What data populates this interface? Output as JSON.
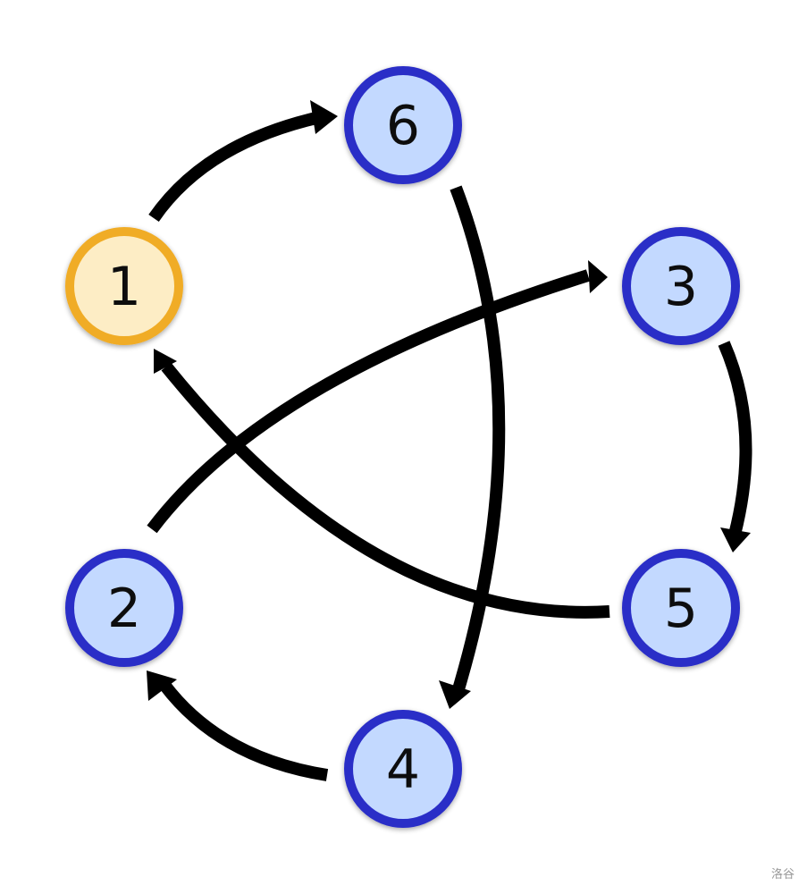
{
  "colors": {
    "node_fill": "#c3d9ff",
    "node_stroke": "#2b2fc7",
    "highlight_fill": "#fdedc5",
    "highlight_stroke": "#f0ac27",
    "edge": "#000000"
  },
  "nodes": [
    {
      "id": "1",
      "label": "1",
      "highlighted": true
    },
    {
      "id": "2",
      "label": "2",
      "highlighted": false
    },
    {
      "id": "3",
      "label": "3",
      "highlighted": false
    },
    {
      "id": "4",
      "label": "4",
      "highlighted": false
    },
    {
      "id": "5",
      "label": "5",
      "highlighted": false
    },
    {
      "id": "6",
      "label": "6",
      "highlighted": false
    }
  ],
  "edges": [
    {
      "from": "1",
      "to": "6"
    },
    {
      "from": "6",
      "to": "4"
    },
    {
      "from": "4",
      "to": "2"
    },
    {
      "from": "2",
      "to": "3"
    },
    {
      "from": "3",
      "to": "5"
    },
    {
      "from": "5",
      "to": "1"
    }
  ],
  "watermark": "洛谷"
}
